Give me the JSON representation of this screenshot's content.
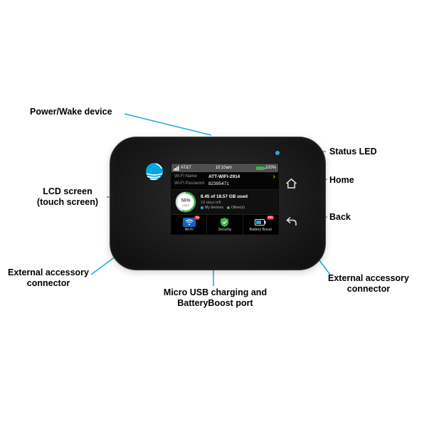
{
  "colors": {
    "callout": "#2aa9e0",
    "led": "#2ba7e0",
    "accent_orange": "#f5a623",
    "gauge_green": "#3cb54a",
    "badge_red": "#e01f1f",
    "att_blue": "#00a8e0"
  },
  "callouts": {
    "power_wake": "Power/Wake device",
    "status_led": "Status LED",
    "home": "Home",
    "back": "Back",
    "lcd_screen": "LCD screen\n(touch screen)",
    "ext_left": "External accessory\nconnector",
    "ext_right": "External accessory\nconnector",
    "micro_usb": "Micro USB charging and\nBatteryBoost port"
  },
  "screen": {
    "status_bar": {
      "carrier": "AT&T",
      "time": "10:10am",
      "battery": "100%"
    },
    "wifi": {
      "name_label": "Wi-Fi Name",
      "name_value": "ATT-WIFI-2914",
      "password_label": "Wi-Fi Password",
      "password_value": "82395471",
      "chevron": "›"
    },
    "usage": {
      "percent": "56%",
      "percent_caption": "used",
      "amount": "8.45 of 18.57 GB used",
      "days_left": "19 days left",
      "my_devices": "My devices",
      "others": "Other(s)"
    },
    "dock": {
      "wifi_label": "Wi-Fi",
      "wifi_badge": "15",
      "security_label": "Security",
      "battery_label": "Battery Boost",
      "battery_badge": "ON"
    }
  }
}
